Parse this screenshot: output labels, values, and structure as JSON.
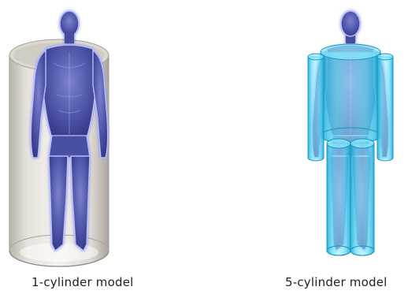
{
  "figure": {
    "left_panel": {
      "caption": "1-cylinder model",
      "cylinder_count": 1
    },
    "right_panel": {
      "caption": "5-cylinder model",
      "cylinder_count": 5
    }
  },
  "colors": {
    "body_fill": "#4a4fa0",
    "body_glow": "#aab4ff",
    "left_cylinder": "#c9c6c0",
    "right_cylinder": "#39c6e8",
    "caption_text": "#222222"
  }
}
